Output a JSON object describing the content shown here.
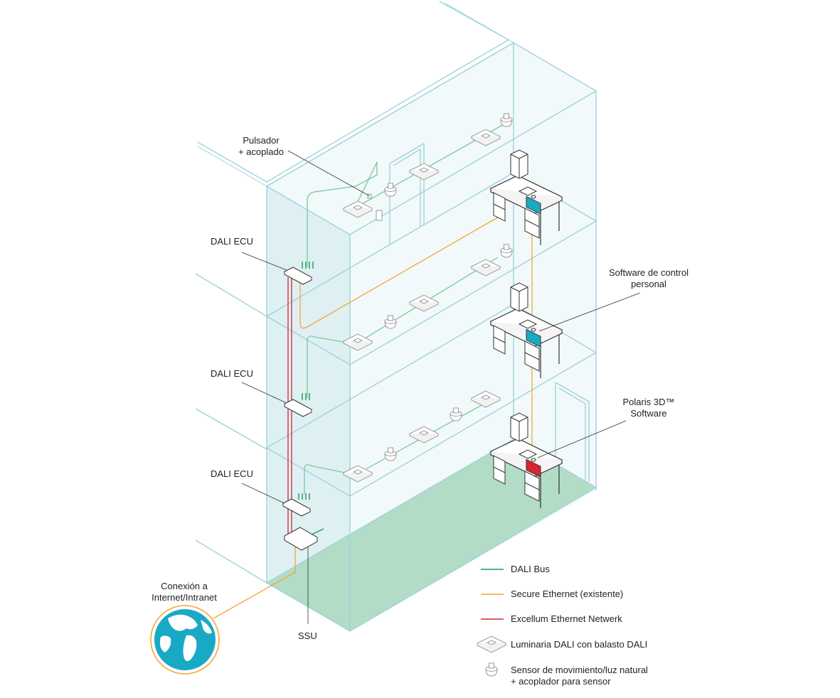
{
  "labels": {
    "pulsador": [
      "Pulsador",
      "+ acoplado"
    ],
    "dali_ecu": "DALI ECU",
    "software_control": [
      "Software de control",
      "personal"
    ],
    "polaris": [
      "Polaris 3D™",
      "Software"
    ],
    "conexion": [
      "Conexión a",
      "Internet/Intranet"
    ],
    "ssu": "SSU"
  },
  "legend": [
    {
      "key": "dali_bus",
      "label": "DALI Bus",
      "color": "#1e9a5a"
    },
    {
      "key": "secure_ethernet",
      "label": "Secure Ethernet (existente)",
      "color": "#f4a637"
    },
    {
      "key": "excellum",
      "label": "Excellum Ethernet Netwerk",
      "color": "#d7262e"
    },
    {
      "key": "luminaria",
      "label": "Luminaria DALI con balasto DALI"
    },
    {
      "key": "sensor",
      "label": "Sensor de movimiento/luz natural",
      "label2": "+ acoplador para sensor"
    }
  ],
  "colors": {
    "building": "#9fd3dc",
    "glass": "#e8f4f6",
    "floor": "#b2dcc6",
    "dali_bus": "#1e9a5a",
    "ethernet": "#f4a637",
    "excellum": "#d7262e",
    "globe": "#1aa9c4",
    "screen_blue": "#1aa9c4",
    "screen_red": "#d7262e"
  }
}
